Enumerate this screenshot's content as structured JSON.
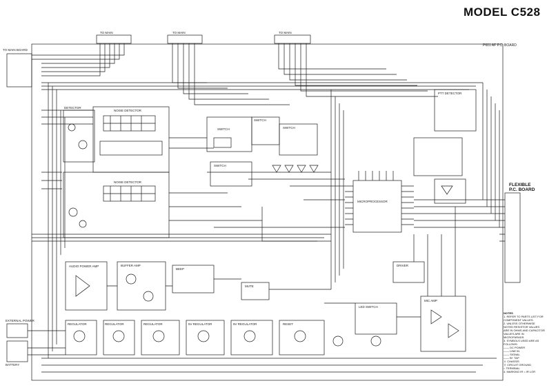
{
  "title": "MODEL C528",
  "board_label": "P601 AF P.C. BOARD",
  "flex_board": [
    "FLEXIBLE",
    "P.C. BOARD"
  ],
  "connectors": {
    "top_left": "TO MAIN",
    "top_mid": "TO MAIN",
    "top_right": "TO MAIN",
    "left_main": "TO MAIN BOARD",
    "external_power": "EXTERNAL POWER",
    "battery": "BATTERY"
  },
  "blocks": {
    "detector": "DETECTOR",
    "noise_detector_1": "NOISE DETECTOR",
    "noise_detector_2": "NOISE DETECTOR",
    "switch_1": "SWITCH",
    "switch_2": "SWITCH",
    "switch_3": "SWITCH",
    "switch_4": "SWITCH",
    "microprocessor": "MICROPROCESSOR",
    "audio_power_amp": "AUDIO POWER AMP",
    "mic_amp": "MIC AMP",
    "bass_amp": "BEEP",
    "driver": "DRIVER",
    "led_switch": "LED SWITCH",
    "buffer_amp": "BUFFER AMP",
    "mute": "MUTE",
    "regulator_1": "REGULATOR",
    "regulator_2": "REGULATOR",
    "regulator_3": "REGULATOR",
    "regulator_4": "5V REGULATOR",
    "regulator_5": "9V REGULATOR",
    "reset": "RESET",
    "detector_2": "PTT DETECTOR"
  },
  "notes": {
    "heading": "NOTES",
    "lines": [
      "1. REFER TO PARTS LIST FOR COMPONENT VALUES.",
      "2. UNLESS OTHERWISE NOTED RESISTOR VALUES ARE IN OHMS AND CAPACITOR VALUES ARE IN MICROFARADS.",
      "3. SYMBOLS USED ARE AS FOLLOWS:",
      "   —— DC POWER",
      "   —— LINE IN",
      "   —— SIGNAL",
      "   —— B+ TAP",
      "   ⏚ CHASSIS",
      "   ⏚ CIRCUIT GROUND",
      "   ○ TERMINAL",
      "4. MARKING IR = IR LOR"
    ]
  },
  "colors": {
    "line": "#1a1a1a",
    "paper": "#ffffff"
  }
}
